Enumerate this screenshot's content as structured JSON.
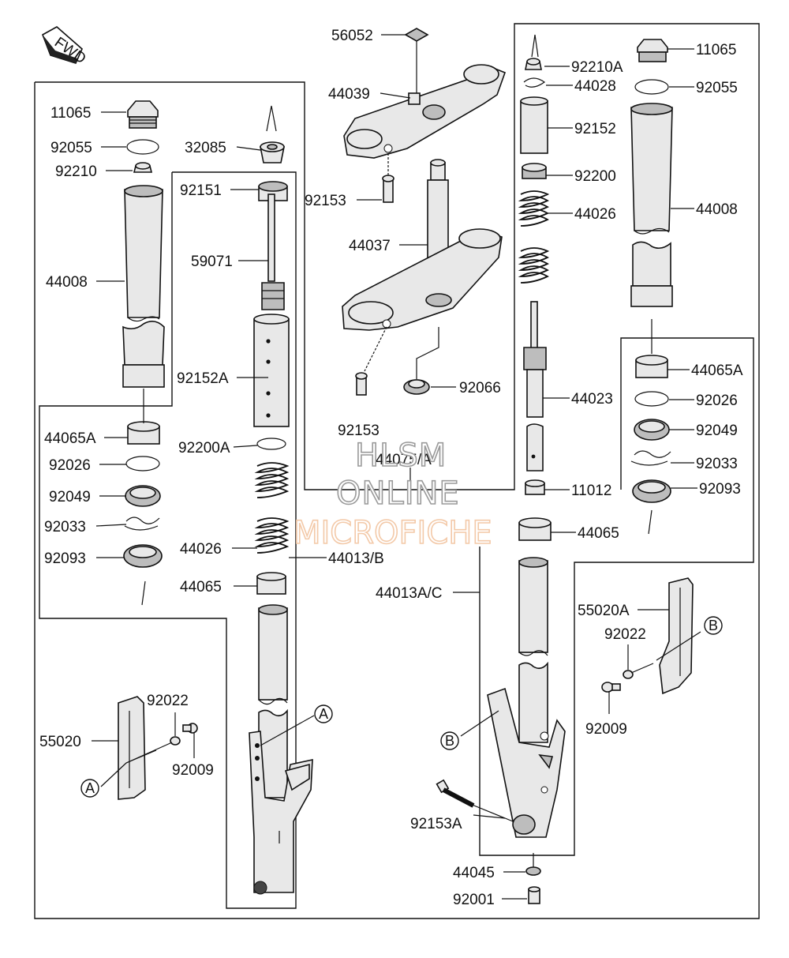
{
  "direction_badge": "FWD",
  "watermark": {
    "line1": "HLSM",
    "line2": "ONLINE",
    "line3": "MICROFICHE"
  },
  "labels": {
    "p56052": "56052",
    "p44039": "44039",
    "p92153_top": "92153",
    "p44037": "44037",
    "p92153_bot": "92153",
    "p92066": "92066",
    "p44075A": "44075/A",
    "p11065_l": "11065",
    "p92055_l": "92055",
    "p92210_l": "92210",
    "p44008_l": "44008",
    "p32085": "32085",
    "p92151": "92151",
    "p59071": "59071",
    "p92152A": "92152A",
    "p92200A": "92200A",
    "p44065A_l": "44065A",
    "p92026_l": "92026",
    "p92049_l": "92049",
    "p92033_l": "92033",
    "p92093_l": "92093",
    "p44026_l": "44026",
    "p44013B": "44013/B",
    "p44065_l": "44065",
    "p55020": "55020",
    "p92022_l": "92022",
    "p92009_l": "92009",
    "callA_l": "A",
    "callA_fork": "A",
    "p92210A": "92210A",
    "p44028": "44028",
    "p92152": "92152",
    "p92200": "92200",
    "p44026_r": "44026",
    "p44023": "44023",
    "p11012": "11012",
    "p44065_r": "44065",
    "p44013AC": "44013A/C",
    "p11065_r": "11065",
    "p92055_r": "92055",
    "p44008_r": "44008",
    "p44065A_r": "44065A",
    "p92026_r": "92026",
    "p92049_r": "92049",
    "p92033_r": "92033",
    "p92093_r": "92093",
    "p55020A": "55020A",
    "p92022_r": "92022",
    "p92009_r": "92009",
    "callB_r": "B",
    "callB_fork": "B",
    "p92153A": "92153A",
    "p44045": "44045",
    "p92001": "92001"
  }
}
